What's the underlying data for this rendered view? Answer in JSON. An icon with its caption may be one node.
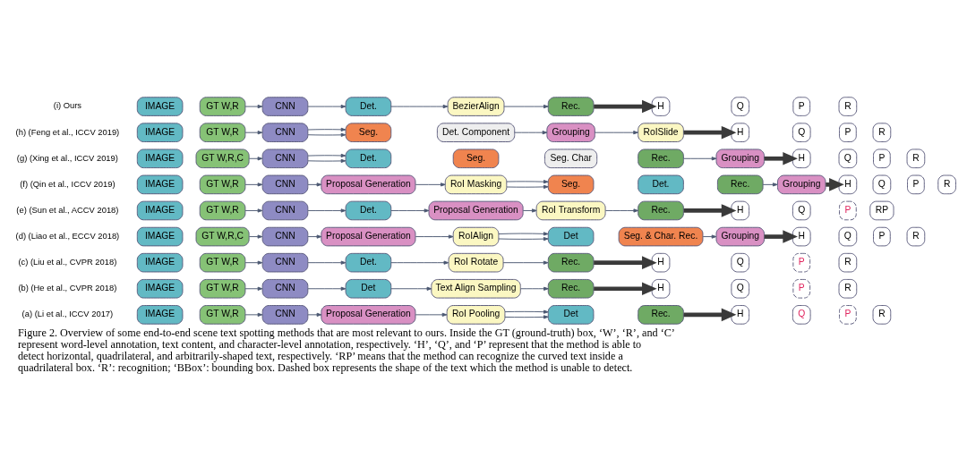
{
  "diagram": {
    "caption": "Figure 2. Overview of some end-to-end scene text spotting methods that are most relevant to ours. Inside the GT (ground-truth) box, ‘W’, ‘R’, and ‘C’ represent word-level annotation, text content, and character-level annotation, respectively. ‘H’, ‘Q’, and ‘P’ represent that the method is able to detect horizontal, quadrilateral, and arbitrarily-shaped text, respectively. ‘RP’ means that the method can recognize the curved text inside a quadrilateral box. ‘R’: recognition; ‘BBox’: bounding box. Dashed box represents the shape of the text which the method is unable to detect.",
    "nodes": [
      {
        "text": [
          "IMAGE"
        ]
      },
      {
        "text": [
          "GT W,R"
        ]
      },
      {
        "text": [
          "CNN"
        ]
      },
      {
        "text": [
          "Proposal Generation"
        ]
      },
      {
        "text": [
          "RoI Pooling"
        ]
      },
      {
        "text": [
          "Det"
        ]
      },
      {
        "text": [
          "Rec."
        ]
      },
      {
        "text": [
          "H"
        ]
      },
      {
        "text": [
          "Q"
        ]
      },
      {
        "text": [
          "P"
        ]
      },
      {
        "text": [
          "R"
        ]
      },
      {
        "text": [
          "IMAGE"
        ]
      },
      {
        "text": [
          "GT W,R"
        ]
      },
      {
        "text": [
          "CNN"
        ]
      },
      {
        "text": [
          "Det"
        ]
      },
      {
        "text": [
          "Text Align Sampling"
        ]
      },
      {
        "text": [
          "Rec."
        ]
      },
      {
        "text": [
          "H"
        ]
      },
      {
        "text": [
          "Q"
        ]
      },
      {
        "text": [
          "P"
        ]
      },
      {
        "text": [
          "R"
        ]
      },
      {
        "text": [
          "IMAGE"
        ]
      },
      {
        "text": [
          "GT W,R"
        ]
      },
      {
        "text": [
          "CNN"
        ]
      },
      {
        "text": [
          "Det."
        ]
      },
      {
        "text": [
          "RoI Rotate"
        ]
      },
      {
        "text": [
          "Rec."
        ]
      },
      {
        "text": [
          "H"
        ]
      },
      {
        "text": [
          "Q"
        ]
      },
      {
        "text": [
          "P"
        ]
      },
      {
        "text": [
          "R"
        ]
      },
      {
        "text": [
          "IMAGE"
        ]
      },
      {
        "text": [
          "GT W,R,C"
        ]
      },
      {
        "text": [
          "CNN"
        ]
      },
      {
        "text": [
          "Proposal Generation"
        ]
      },
      {
        "text": [
          "RoIAlign"
        ]
      },
      {
        "text": [
          "Det"
        ]
      },
      {
        "text": [
          "Seg. & Char. Rec."
        ]
      },
      {
        "text": [
          "Grouping"
        ]
      },
      {
        "text": [
          "H"
        ]
      },
      {
        "text": [
          "Q"
        ]
      },
      {
        "text": [
          "P"
        ]
      },
      {
        "text": [
          "R"
        ]
      },
      {
        "text": [
          "IMAGE"
        ]
      },
      {
        "text": [
          "GT W,R"
        ]
      },
      {
        "text": [
          "CNN"
        ]
      },
      {
        "text": [
          "Det."
        ]
      },
      {
        "text": [
          "Proposal Generation"
        ]
      },
      {
        "text": [
          "RoI Transform"
        ]
      },
      {
        "text": [
          "Rec."
        ]
      },
      {
        "text": [
          "H"
        ]
      },
      {
        "text": [
          "Q"
        ]
      },
      {
        "text": [
          "P"
        ]
      },
      {
        "text": [
          "RP"
        ]
      },
      {
        "text": [
          "IMAGE"
        ]
      },
      {
        "text": [
          "GT W,R"
        ]
      },
      {
        "text": [
          "CNN"
        ]
      },
      {
        "text": [
          "Proposal Generation"
        ]
      },
      {
        "text": [
          "RoI Masking"
        ]
      },
      {
        "text": [
          "Seg."
        ]
      },
      {
        "text": [
          "Det."
        ]
      },
      {
        "text": [
          "Rec."
        ]
      },
      {
        "text": [
          "Grouping"
        ]
      },
      {
        "text": [
          "H"
        ]
      },
      {
        "text": [
          "Q"
        ]
      },
      {
        "text": [
          "P"
        ]
      },
      {
        "text": [
          "R"
        ]
      },
      {
        "text": [
          "IMAGE"
        ]
      },
      {
        "text": [
          "GT W,R,C"
        ]
      },
      {
        "text": [
          "CNN"
        ]
      },
      {
        "text": [
          "Det."
        ]
      },
      {
        "text": [
          "Seg."
        ]
      },
      {
        "text": [
          "Seg. Char"
        ]
      },
      {
        "text": [
          "Rec."
        ]
      },
      {
        "text": [
          "Grouping"
        ]
      },
      {
        "text": [
          "H"
        ]
      },
      {
        "text": [
          "Q"
        ]
      },
      {
        "text": [
          "P"
        ]
      },
      {
        "text": [
          "R"
        ]
      },
      {
        "text": [
          "IMAGE"
        ]
      },
      {
        "text": [
          "GT W,R"
        ]
      },
      {
        "text": [
          "CNN"
        ]
      },
      {
        "text": [
          "Seg."
        ]
      },
      {
        "text": [
          "Det. Component"
        ]
      },
      {
        "text": [
          "Grouping"
        ]
      },
      {
        "text": [
          "RoISlide"
        ]
      },
      {
        "text": [
          "H"
        ]
      },
      {
        "text": [
          "Q"
        ]
      },
      {
        "text": [
          "P"
        ]
      },
      {
        "text": [
          "R"
        ]
      },
      {
        "text": [
          "IMAGE"
        ]
      },
      {
        "text": [
          "GT W,R"
        ]
      },
      {
        "text": [
          "CNN"
        ]
      },
      {
        "text": [
          "Det."
        ]
      },
      {
        "text": [
          "BezierAlign"
        ]
      },
      {
        "text": [
          "Rec."
        ]
      },
      {
        "text": [
          "H"
        ]
      },
      {
        "text": [
          "Q"
        ]
      },
      {
        "text": [
          "P"
        ]
      },
      {
        "text": [
          "R"
        ]
      }
    ],
    "edges": [
      {
        "from": 1,
        "to": 2,
        "arrow": "to"
      },
      {
        "from": 2,
        "to": 3,
        "arrow": "to"
      },
      {
        "from": 3,
        "to": 4,
        "arrow": "to"
      },
      {
        "from": 4,
        "to": 5,
        "arrow": "to"
      },
      {
        "from": 4,
        "to": 5,
        "arrow": "to"
      },
      {
        "from": 6,
        "to": 7,
        "arrow": "to",
        "style": "thick",
        "color": "#3a3a3a"
      },
      {
        "from": 12,
        "to": 13,
        "arrow": "to"
      },
      {
        "from": 13,
        "to": 14,
        "arrow": "to"
      },
      {
        "from": 14,
        "to": 15,
        "arrow": "to"
      },
      {
        "from": 15,
        "to": 16,
        "arrow": "to"
      },
      {
        "from": 16,
        "to": 17,
        "arrow": "to",
        "style": "thick",
        "color": "#3a3a3a"
      },
      {
        "from": 22,
        "to": 23,
        "arrow": "to"
      },
      {
        "from": 23,
        "to": 24,
        "arrow": "to"
      },
      {
        "from": 24,
        "to": 25,
        "arrow": "to"
      },
      {
        "from": 25,
        "to": 26,
        "arrow": "to"
      },
      {
        "from": 26,
        "to": 27,
        "arrow": "to",
        "style": "thick",
        "color": "#3a3a3a"
      },
      {
        "from": 32,
        "to": 33,
        "arrow": "to"
      },
      {
        "from": 33,
        "to": 34,
        "arrow": "to"
      },
      {
        "from": 34,
        "to": 35,
        "arrow": "to"
      },
      {
        "from": 35,
        "to": 36,
        "arrow": "to"
      },
      {
        "from": 35,
        "to": 36,
        "arrow": "to"
      },
      {
        "from": 37,
        "to": 38,
        "arrow": "to"
      },
      {
        "from": 38,
        "to": 39,
        "arrow": "to",
        "style": "thick",
        "color": "#3a3a3a"
      },
      {
        "from": 44,
        "to": 45,
        "arrow": "to"
      },
      {
        "from": 45,
        "to": 46,
        "arrow": "to"
      },
      {
        "from": 46,
        "to": 47,
        "arrow": "to"
      },
      {
        "from": 47,
        "to": 48,
        "arrow": "to"
      },
      {
        "from": 48,
        "to": 49,
        "arrow": "to"
      },
      {
        "from": 49,
        "to": 50,
        "arrow": "to",
        "style": "thick",
        "color": "#3a3a3a"
      },
      {
        "from": 55,
        "to": 56,
        "arrow": "to"
      },
      {
        "from": 56,
        "to": 57,
        "arrow": "to"
      },
      {
        "from": 57,
        "to": 58,
        "arrow": "to"
      },
      {
        "from": 58,
        "to": 59,
        "arrow": "to"
      },
      {
        "from": 58,
        "to": 59,
        "arrow": "to"
      },
      {
        "from": 61,
        "to": 62,
        "arrow": "to"
      },
      {
        "from": 62,
        "to": 63,
        "arrow": "to",
        "style": "thick",
        "color": "#3a3a3a"
      },
      {
        "from": 68,
        "to": 69,
        "arrow": "to"
      },
      {
        "from": 69,
        "to": 70,
        "arrow": "to"
      },
      {
        "from": 69,
        "to": 70,
        "arrow": "to"
      },
      {
        "from": 73,
        "to": 74,
        "arrow": "to"
      },
      {
        "from": 74,
        "to": 75,
        "arrow": "to",
        "style": "thick",
        "color": "#3a3a3a"
      },
      {
        "from": 80,
        "to": 81,
        "arrow": "to"
      },
      {
        "from": 81,
        "to": 82,
        "arrow": "to"
      },
      {
        "from": 81,
        "to": 82,
        "arrow": "to"
      },
      {
        "from": 83,
        "to": 84,
        "arrow": "to"
      },
      {
        "from": 84,
        "to": 85,
        "arrow": "to"
      },
      {
        "from": 85,
        "to": 86,
        "arrow": "to",
        "style": "thick",
        "color": "#3a3a3a"
      },
      {
        "from": 91,
        "to": 92,
        "arrow": "to"
      },
      {
        "from": 92,
        "to": 93,
        "arrow": "to"
      },
      {
        "from": 93,
        "to": 94,
        "arrow": "to"
      },
      {
        "from": 94,
        "to": 95,
        "arrow": "to"
      },
      {
        "from": 95,
        "to": 96,
        "arrow": "to",
        "style": "thick",
        "color": "#3a3a3a"
      }
    ],
    "labels": [
      "(a) (Li et al., ICCV 2017)",
      "(b) (He et al., CVPR 2018)",
      "(c) (Liu et al., CVPR 2018)",
      "(d) (Liao et al., ECCV 2018)",
      "(e) (Sun et al., ACCV 2018)",
      "(f) (Qin et al., ICCV 2019)",
      "(g) (Xing et al., ICCV 2019)",
      "(h) (Feng et al., ICCV 2019)",
      "(i) Ours"
    ]
  }
}
